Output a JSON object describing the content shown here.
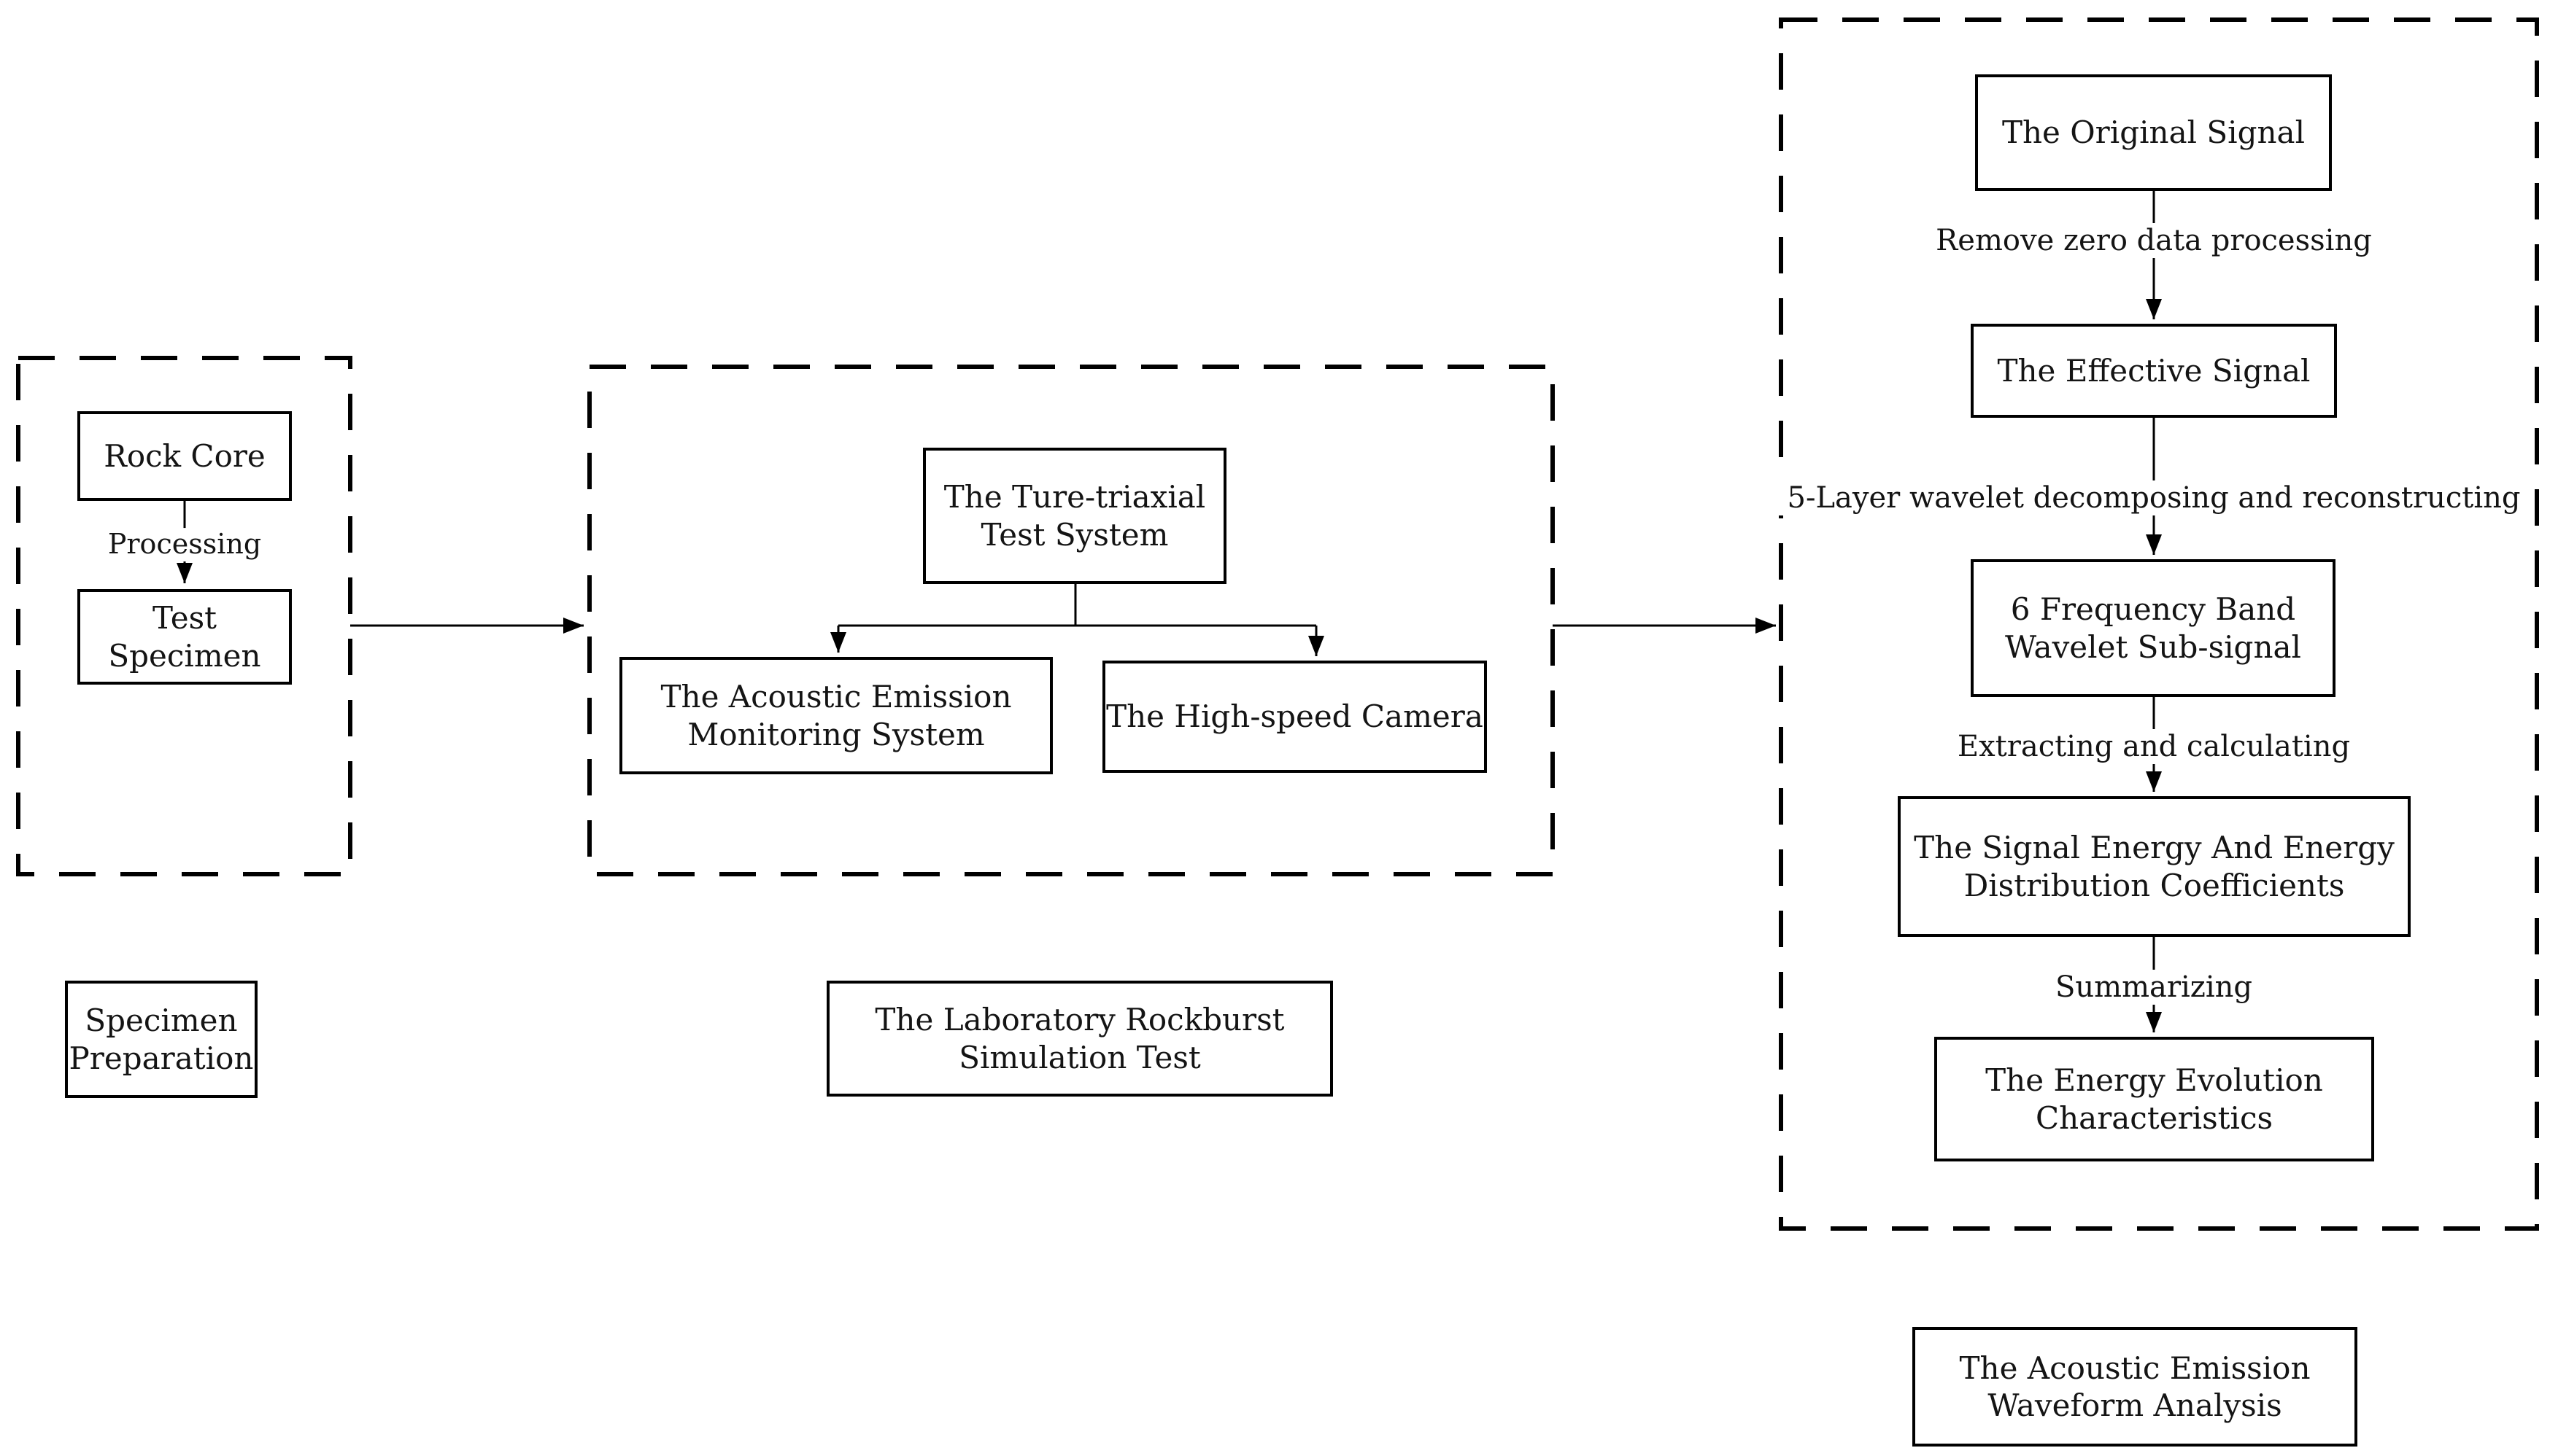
{
  "figure": {
    "background": "#ffffff",
    "line_color": "#000000",
    "text_color": "#141414"
  },
  "groups": {
    "specimen": {
      "caption": "Specimen\nPreparation",
      "nodes": {
        "rock_core": "Rock Core",
        "test_specimen": "Test\nSpecimen"
      },
      "edges": {
        "processing": "Processing"
      }
    },
    "rockburst": {
      "caption": "The Laboratory Rockburst\nSimulation Test",
      "nodes": {
        "test_system": "The Ture-triaxial\nTest System",
        "monitoring": "The Acoustic Emission\nMonitoring System",
        "camera": "The High-speed Camera"
      }
    },
    "waveform": {
      "caption": "The Acoustic Emission\nWaveform Analysis",
      "nodes": {
        "original": "The Original Signal",
        "effective": "The Effective Signal",
        "band": "6 Frequency Band\nWavelet Sub-signal",
        "energy": "The Signal Energy And Energy\nDistribution Coefficients",
        "evolution": "The Energy Evolution\nCharacteristics"
      },
      "edges": {
        "remove_zero": "Remove zero data processing",
        "wavelet": "5-Layer wavelet decomposing and reconstructing",
        "extracting": "Extracting and calculating",
        "summarizing": "Summarizing"
      }
    }
  }
}
